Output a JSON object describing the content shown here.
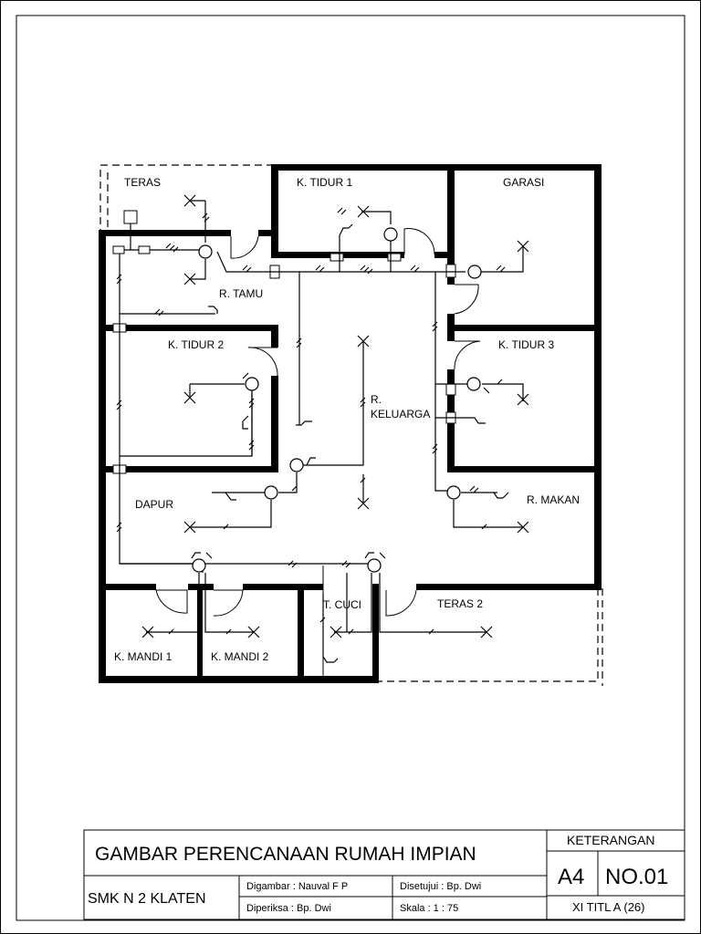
{
  "rooms": {
    "teras": "TERAS",
    "k_tidur_1": "K. TIDUR 1",
    "garasi": "GARASI",
    "r_tamu": "R. TAMU",
    "k_tidur_2": "K. TIDUR 2",
    "k_tidur_3": "K. TIDUR 3",
    "r_keluarga_1": "R.",
    "r_keluarga_2": "KELUARGA",
    "dapur": "DAPUR",
    "r_makan": "R. MAKAN",
    "t_cuci": "T. CUCI",
    "teras_2": "TERAS 2",
    "k_mandi_1": "K. MANDI 1",
    "k_mandi_2": "K. MANDI 2"
  },
  "title_block": {
    "title": "GAMBAR PERENCANAAN RUMAH IMPIAN",
    "school": "SMK N 2 KLATEN",
    "digambar": "Digambar : Nauval F P",
    "disetujui": "Disetujui : Bp. Dwi",
    "diperiksa": "Diperiksa : Bp. Dwi",
    "skala": "Skala : 1 : 75",
    "keterangan": "KETERANGAN",
    "paper_size": "A4",
    "sheet_no": "NO.01",
    "class": "XI TITL A (26)"
  }
}
